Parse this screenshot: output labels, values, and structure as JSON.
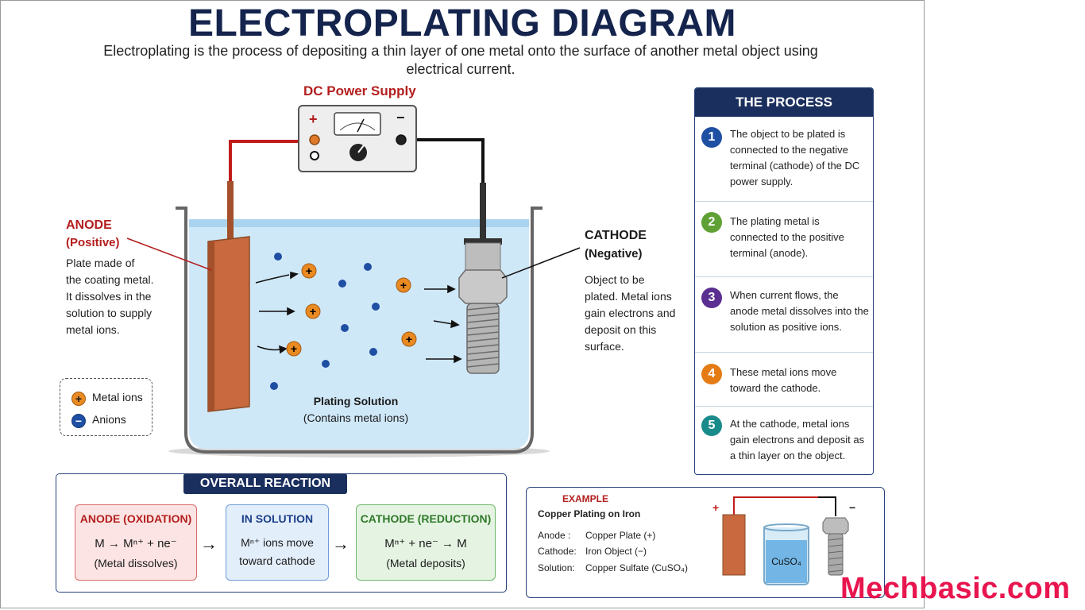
{
  "title": "ELECTROPLATING DIAGRAM",
  "subtitle": "Electroplating is the process of depositing a thin layer of one metal onto the surface of another metal object using electrical current.",
  "power_supply": {
    "label": "DC Power Supply",
    "plus": "+",
    "minus": "−"
  },
  "anode": {
    "title": "ANODE",
    "polarity": "(Positive)",
    "desc": [
      "Plate made of",
      "the coating metal.",
      "It dissolves in the",
      "solution to supply",
      "metal ions."
    ]
  },
  "cathode": {
    "title": "CATHODE",
    "polarity": "(Negative)",
    "desc": [
      "Object to be",
      "plated. Metal ions",
      "gain electrons and",
      "deposit on this",
      "surface."
    ]
  },
  "solution": {
    "label": "Plating Solution",
    "sub": "(Contains metal ions)"
  },
  "legend": {
    "metal_ions": "Metal ions",
    "anions": "Anions",
    "plus": "+",
    "minus": "−"
  },
  "process": {
    "title": "THE PROCESS",
    "steps": [
      {
        "num": "1",
        "color": "#1f4fa3",
        "text": "The object to be plated is connected to the negative terminal (cathode) of the DC power supply."
      },
      {
        "num": "2",
        "color": "#5fa134",
        "text": "The plating metal is connected to the positive terminal (anode)."
      },
      {
        "num": "3",
        "color": "#5b2f91",
        "text": "When current flows, the anode metal dissolves into the solution as positive ions."
      },
      {
        "num": "4",
        "color": "#e57b14",
        "text": "These metal ions move toward the cathode."
      },
      {
        "num": "5",
        "color": "#1a8b8b",
        "text": "At the cathode, metal ions gain electrons and deposit as a thin layer on the object."
      }
    ]
  },
  "reaction": {
    "title": "OVERALL REACTION",
    "anode": {
      "head": "ANODE (OXIDATION)",
      "eq": "M → Mⁿ⁺ + ne⁻",
      "sub": "(Metal dissolves)"
    },
    "solution": {
      "head": "IN SOLUTION",
      "eq": "Mⁿ⁺ ions move",
      "sub": "toward cathode"
    },
    "cathode": {
      "head": "CATHODE (REDUCTION)",
      "eq": "Mⁿ⁺ + ne⁻ → M",
      "sub": "(Metal deposits)"
    },
    "arrow": "→"
  },
  "example": {
    "title": "EXAMPLE",
    "subtitle": "Copper Plating on Iron",
    "rows": [
      {
        "key": "Anode   :",
        "value": "Copper Plate (+)"
      },
      {
        "key": "Cathode:",
        "value": "Iron Object (−)"
      },
      {
        "key": "Solution:",
        "value": "Copper Sulfate (CuSO₄)"
      }
    ],
    "beaker_label": "CuSO₄",
    "plus": "+",
    "minus": "−"
  },
  "watermark": "Mechbasic.com",
  "colors": {
    "navy": "#1b2f5e",
    "red": "#b31e1e",
    "copper": "#c8693f",
    "solution": "#cfe8f8"
  }
}
